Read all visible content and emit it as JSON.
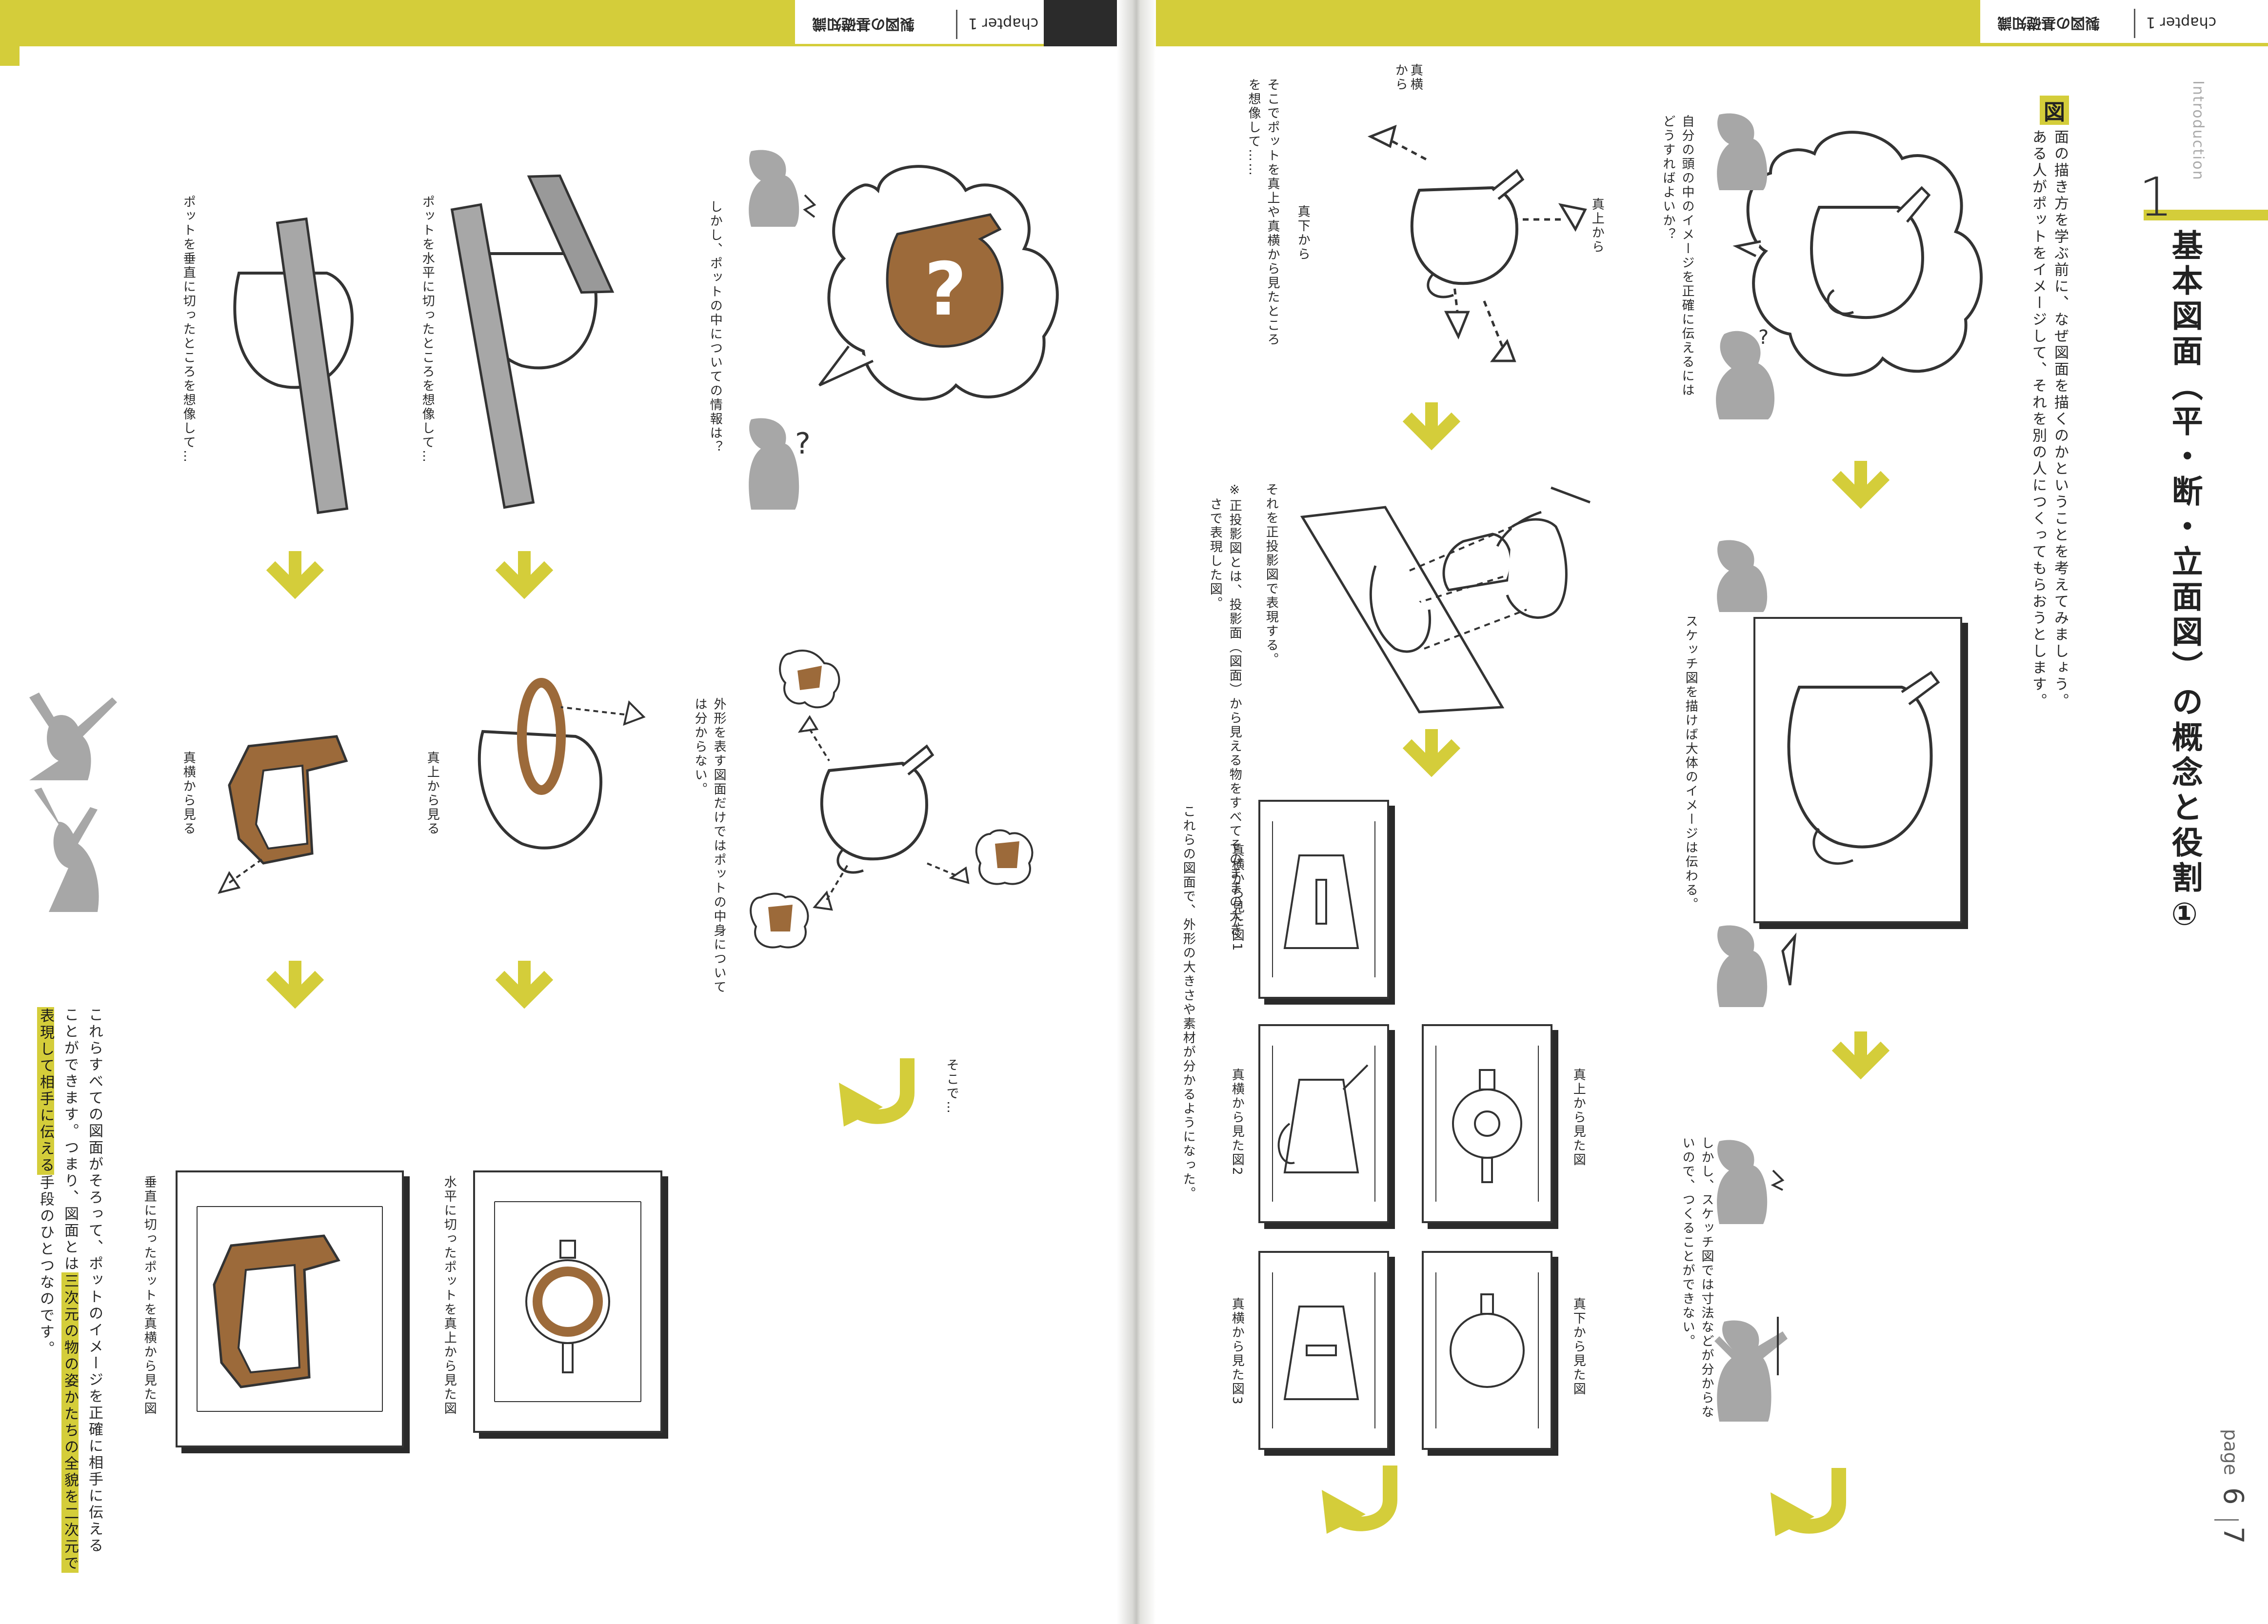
{
  "header": {
    "left_section": "製図の基礎知識",
    "left_chapter": "chapter 1",
    "right_section": "製図の基礎知識",
    "right_chapter": "chapter 1"
  },
  "title": {
    "number": "1",
    "label": "Introduction",
    "heading": "基本図面（平・断・立面図）の概念と役割",
    "circled": "①"
  },
  "intro": {
    "badge": "図",
    "line1": "面の描き方を学ぶ前に、なぜ図面を描くのかということを考えてみましょう。",
    "line2": "ある人がポットをイメージして、それを別の人につくってもらおうとします。"
  },
  "right_page": {
    "caption_top": "自分の頭の中のイメージを正確に伝えるにはどうすればよいか？",
    "caption_sketch": "スケッチ図を描けば大体のイメージは伝わる。",
    "caption_no_size": "しかし、スケッチ図では寸法などが分からないので、つくることができない。",
    "label_from_above": "真上から",
    "label_from_side": "真横から",
    "label_from_below": "真下から",
    "caption_imagine": "そこでポットを真上や真横から見たところを想像して……",
    "caption_projection": "それを正投影図で表現する。",
    "caption_projection_note1": "※正投影図とは、投影面（図面）から見える物をすべてそのままの大き",
    "caption_projection_note2": "さで表現した図。",
    "caption_drawings": "これらの図面で、外形の大きさや素材が分かるようになった。",
    "drawing_labels": [
      "真上から見た図",
      "真下から見た図",
      "真横から見た図1",
      "真横から見た図2",
      "真横から見た図3"
    ]
  },
  "left_page": {
    "caption_inside": "しかし、ポットの中についての情報は？",
    "caption_outline": "外形を表す図面だけではポットの中身については分からない。",
    "caption_then": "そこで…",
    "caption_horizontal": "ポットを水平に切ったところを想像して…",
    "caption_vertical": "ポットを垂直に切ったところを想像して…",
    "label_from_above_view": "真上から見る",
    "label_from_side_view": "真横から見る",
    "label_horizontal_cut": "水平に切ったポットを真上から見た図",
    "label_vertical_cut": "垂直に切ったポットを真横から見た図",
    "summary_1": "これらすべての図面がそろって、ポットのイメージを正確に相手に伝える",
    "summary_2a": "ことができます。つまり、図面とは",
    "summary_2hl": "三次元の物の姿かたちの全貌を二次元で",
    "summary_3hl": "表現して相手に伝える",
    "summary_3b": "手段のひとつなのです。"
  },
  "footer": {
    "page_label": "page",
    "page_left": "6",
    "page_right": "7"
  },
  "colors": {
    "accent": "#d4cd3a",
    "brown": "#9c6a3a",
    "gray": "#a7a7a7",
    "ink": "#2a2a2a"
  }
}
